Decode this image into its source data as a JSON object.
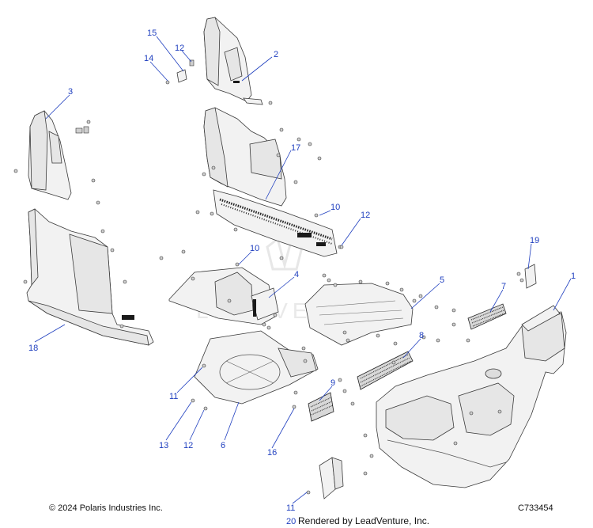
{
  "callouts": [
    {
      "id": "c15",
      "label": "15"
    },
    {
      "id": "c12a",
      "label": "12"
    },
    {
      "id": "c14",
      "label": "14"
    },
    {
      "id": "c2",
      "label": "2"
    },
    {
      "id": "c3",
      "label": "3"
    },
    {
      "id": "c17",
      "label": "17"
    },
    {
      "id": "c10a",
      "label": "10"
    },
    {
      "id": "c12b",
      "label": "12"
    },
    {
      "id": "c10b",
      "label": "10"
    },
    {
      "id": "c4",
      "label": "4"
    },
    {
      "id": "c19",
      "label": "19"
    },
    {
      "id": "c1",
      "label": "1"
    },
    {
      "id": "c5",
      "label": "5"
    },
    {
      "id": "c7",
      "label": "7"
    },
    {
      "id": "c8",
      "label": "8"
    },
    {
      "id": "c18",
      "label": "18"
    },
    {
      "id": "c11a",
      "label": "11"
    },
    {
      "id": "c9",
      "label": "9"
    },
    {
      "id": "c13",
      "label": "13"
    },
    {
      "id": "c12c",
      "label": "12"
    },
    {
      "id": "c6",
      "label": "6"
    },
    {
      "id": "c16",
      "label": "16"
    },
    {
      "id": "c11b",
      "label": "11"
    },
    {
      "id": "c20",
      "label": "20"
    }
  ],
  "watermark": "LEADVENTURE",
  "footer": {
    "copyright": "© 2024 Polaris Industries Inc.",
    "diagram_code": "C733454",
    "rendered_by": "Rendered by LeadVenture, Inc."
  }
}
